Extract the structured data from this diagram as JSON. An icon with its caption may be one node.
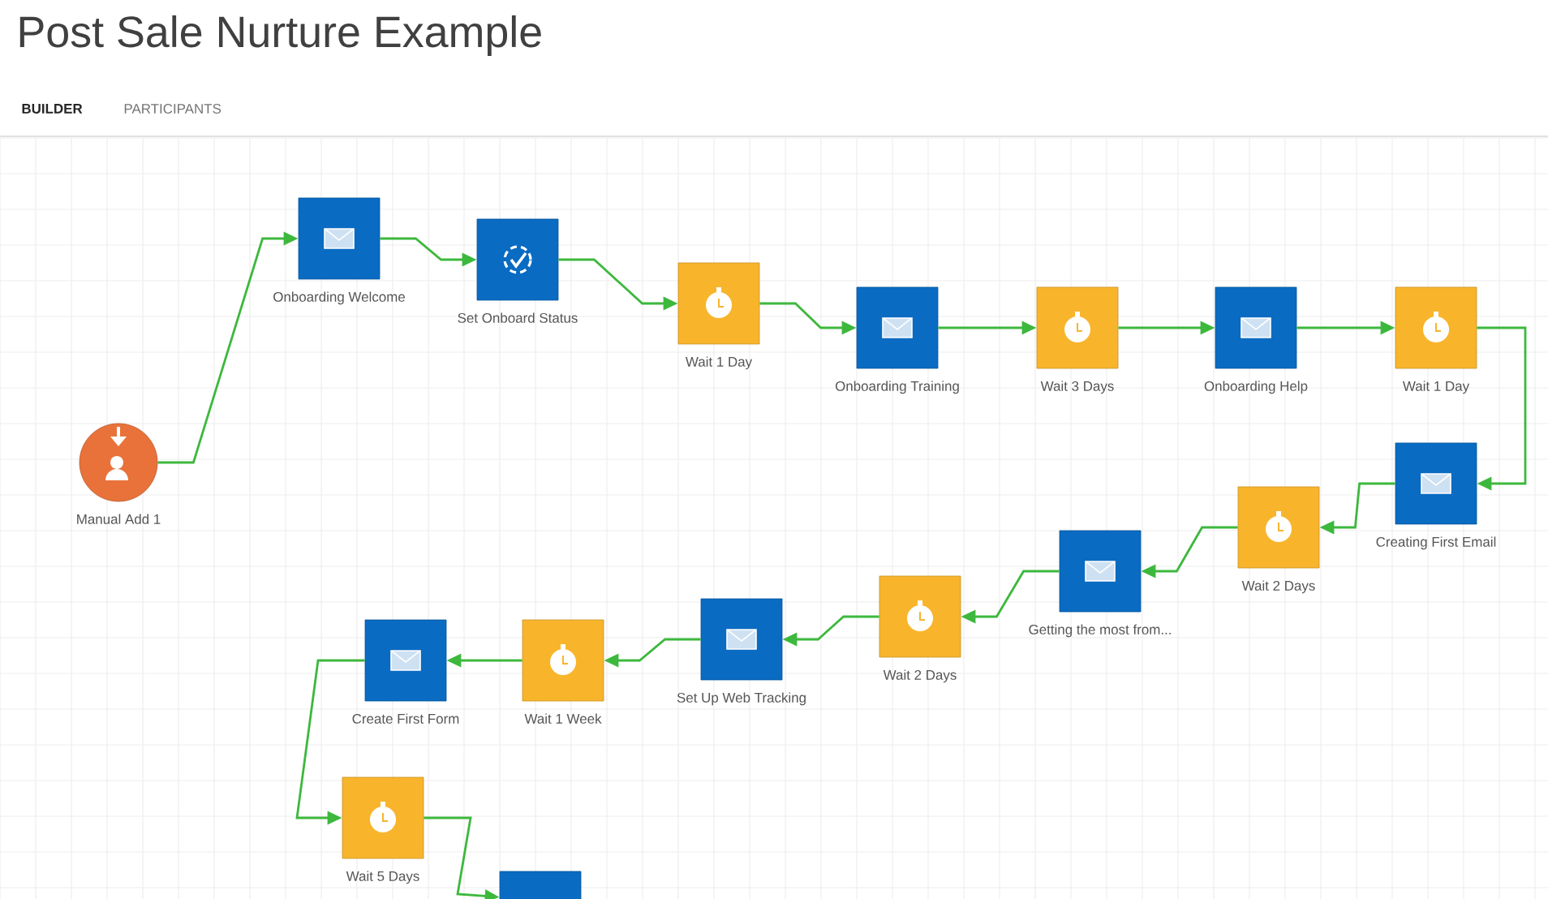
{
  "diagram": {
    "title": "Post Sale Nurture Example",
    "nodes": [
      {
        "text": [
          "Manual Add 1"
        ]
      },
      {
        "text": [
          "Onboarding Welcome"
        ]
      },
      {
        "text": [
          "Set Onboard Status"
        ]
      },
      {
        "text": [
          "Wait 1 Day"
        ]
      },
      {
        "text": [
          "Onboarding Training"
        ]
      },
      {
        "text": [
          "Wait 3 Days"
        ]
      },
      {
        "text": [
          "Onboarding Help"
        ]
      },
      {
        "text": [
          "Wait 1 Day"
        ]
      },
      {
        "text": [
          "Creating First Email"
        ]
      },
      {
        "text": [
          "Wait 2 Days"
        ]
      },
      {
        "text": [
          "Getting the most from..."
        ]
      },
      {
        "text": [
          "Wait 2 Days"
        ]
      },
      {
        "text": [
          "Set Up Web Tracking"
        ]
      },
      {
        "text": [
          "Wait 1 Week"
        ]
      },
      {
        "text": [
          "Create First Form"
        ]
      },
      {
        "text": [
          "Wait 5 Days"
        ]
      },
      {
        "text": [],
        "shape": "box"
      }
    ],
    "edges": [
      {
        "from": 0,
        "to": 1,
        "arrow": "to"
      },
      {
        "from": 1,
        "to": 2,
        "arrow": "to"
      },
      {
        "from": 2,
        "to": 3,
        "arrow": "to"
      },
      {
        "from": 3,
        "to": 4,
        "arrow": "to"
      },
      {
        "from": 4,
        "to": 5,
        "arrow": "to"
      },
      {
        "from": 5,
        "to": 6,
        "arrow": "to"
      },
      {
        "from": 6,
        "to": 7,
        "arrow": "to"
      },
      {
        "from": 7,
        "to": 8,
        "arrow": "to"
      },
      {
        "from": 8,
        "to": 9,
        "arrow": "to"
      },
      {
        "from": 9,
        "to": 10,
        "arrow": "to"
      },
      {
        "from": 10,
        "to": 11,
        "arrow": "to"
      },
      {
        "from": 11,
        "to": 12,
        "arrow": "to"
      },
      {
        "from": 12,
        "to": 13,
        "arrow": "to"
      },
      {
        "from": 13,
        "to": 14,
        "arrow": "to"
      },
      {
        "from": 14,
        "to": 15,
        "arrow": "to"
      },
      {
        "from": 15,
        "to": 16,
        "arrow": "to"
      }
    ],
    "labels": [
      "BUILDER",
      "PARTICIPANTS"
    ]
  }
}
